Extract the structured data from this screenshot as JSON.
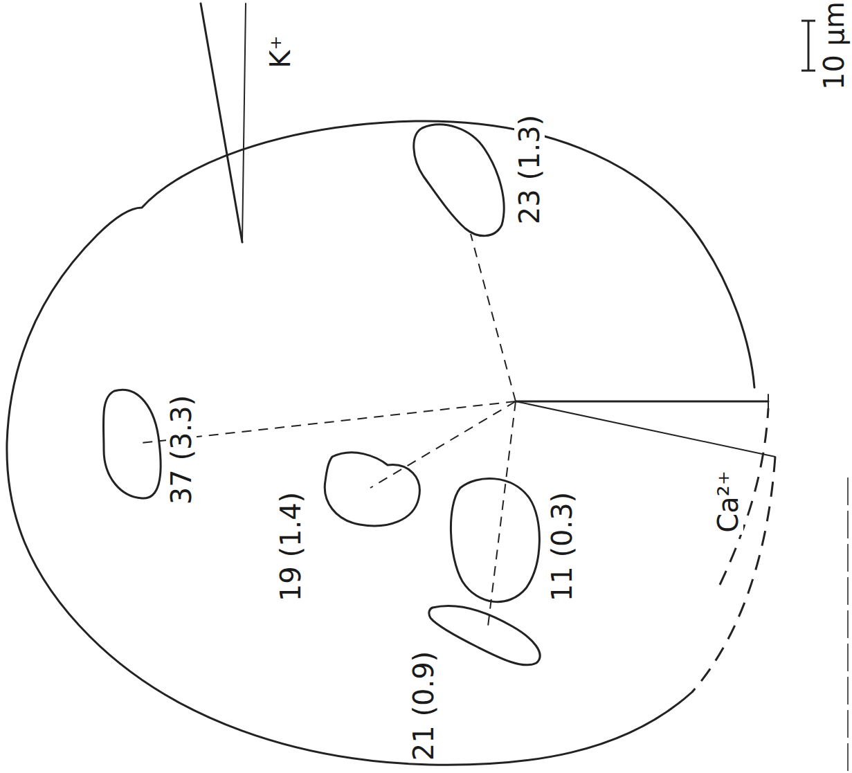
{
  "diagram": {
    "labels": [
      "K⁺",
      "Ca²⁺",
      "37 (3.3)",
      "19 (1.4)",
      "21 (0.9)",
      "11 (0.3)",
      "23 (1.3)",
      "10 μm"
    ]
  }
}
